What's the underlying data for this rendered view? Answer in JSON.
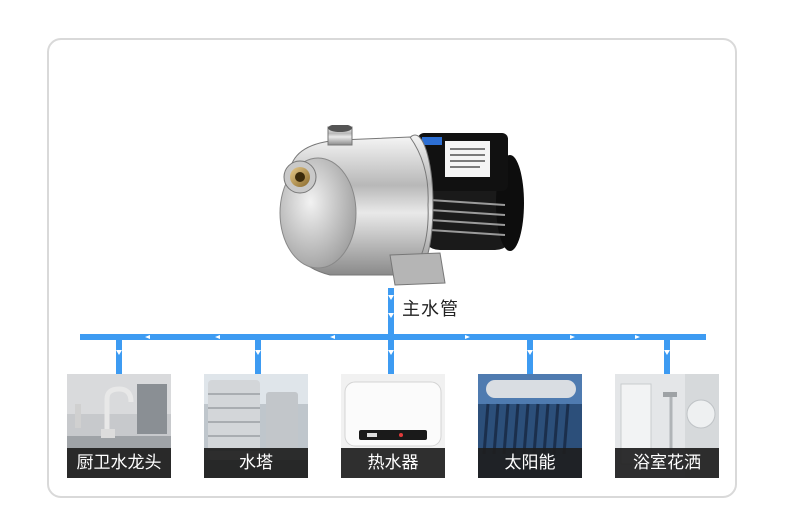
{
  "main_pipe_label": "主水管",
  "outlets": [
    {
      "label": "厨卫水龙头",
      "icon": "faucet"
    },
    {
      "label": "水塔",
      "icon": "water-tower"
    },
    {
      "label": "热水器",
      "icon": "water-heater"
    },
    {
      "label": "太阳能",
      "icon": "solar-heater"
    },
    {
      "label": "浴室花洒",
      "icon": "shower"
    }
  ],
  "colors": {
    "pipe": "#3d9bf2",
    "caption_bg": "#1e1e1e",
    "card_border": "#d9d9d9"
  }
}
